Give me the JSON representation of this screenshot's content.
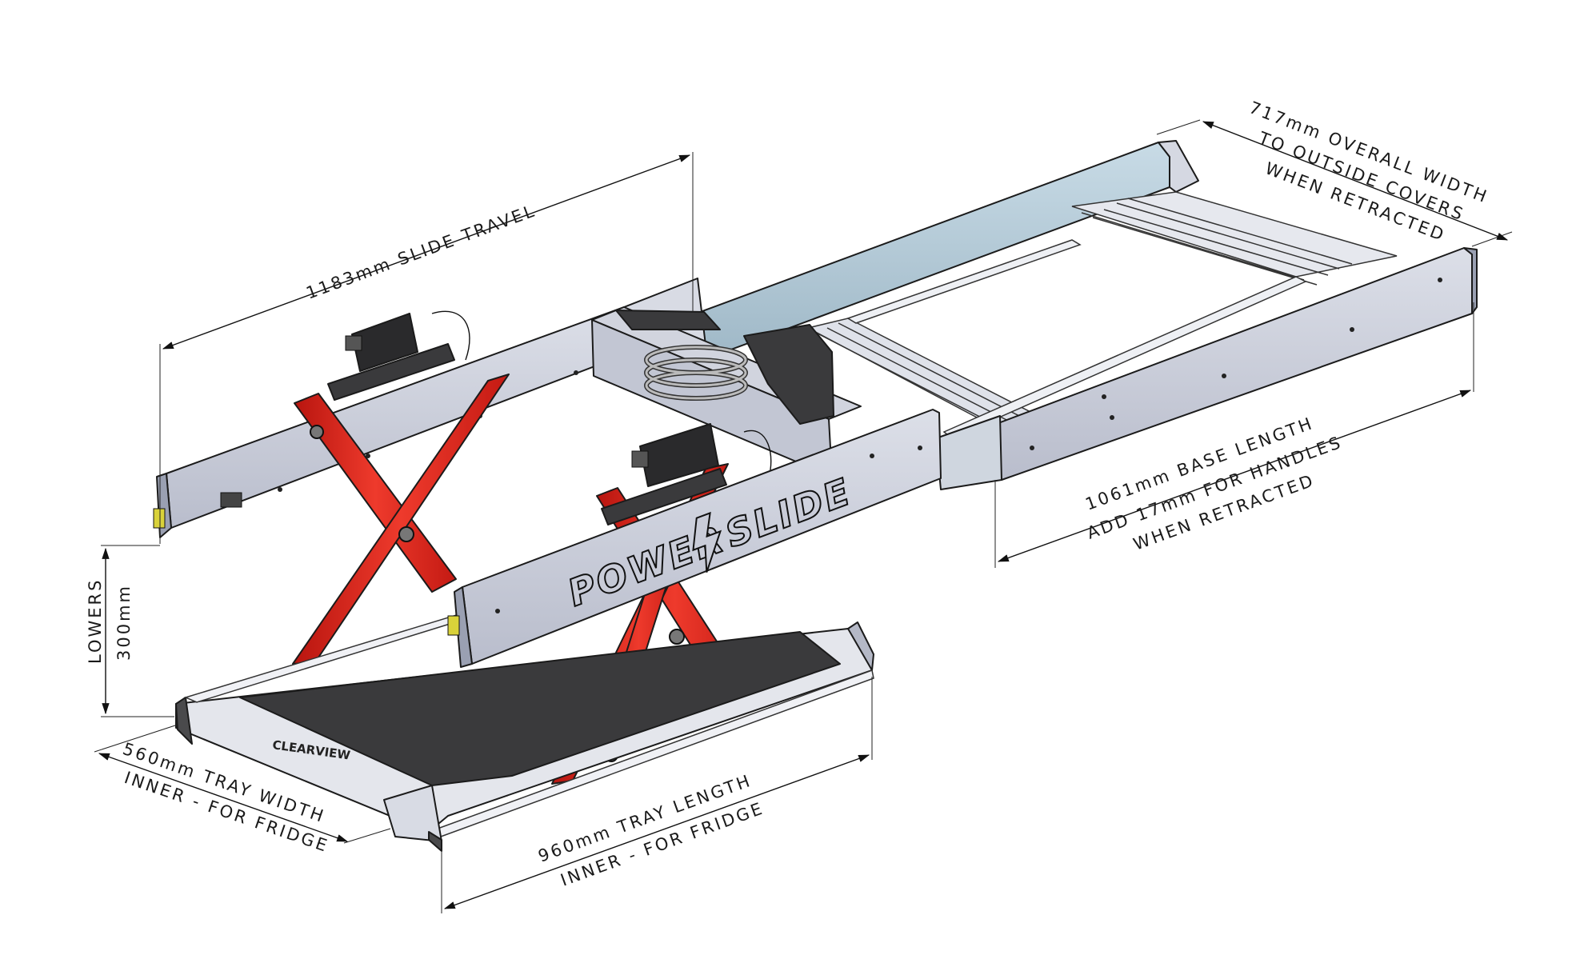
{
  "brand": {
    "logo_text": "POWER",
    "logo_text_2": "SLIDE",
    "tray_mark": "CLEARVIEW"
  },
  "dimensions": {
    "slide_travel": "1183mm  SLIDE TRAVEL",
    "overall_width_line1": "717mm  OVERALL  WIDTH",
    "overall_width_line2": "TO OUTSIDE COVERS",
    "overall_width_line3": "WHEN RETRACTED",
    "base_length_line1": "1061mm BASE  LENGTH",
    "base_length_line2": "ADD 17mm FOR HANDLES",
    "base_length_line3": "WHEN RETRACTED",
    "lowers_line1": "LOWERS",
    "lowers_line2": "300mm",
    "tray_width_line1": "560mm   TRAY  WIDTH",
    "tray_width_line2": "INNER -  FOR FRIDGE",
    "tray_length_line1": "960mm  TRAY  LENGTH",
    "tray_length_line2": "INNER -  FOR FRIDGE"
  },
  "colors": {
    "scissor_red": "#e0201c",
    "panel_grey": "#c9ccd8",
    "rail_blue": "#b4cbd8",
    "tray_dark": "#3a3a3c"
  },
  "icons": {
    "arrow": "arrowhead",
    "bolt": "lightning-bolt-icon"
  }
}
